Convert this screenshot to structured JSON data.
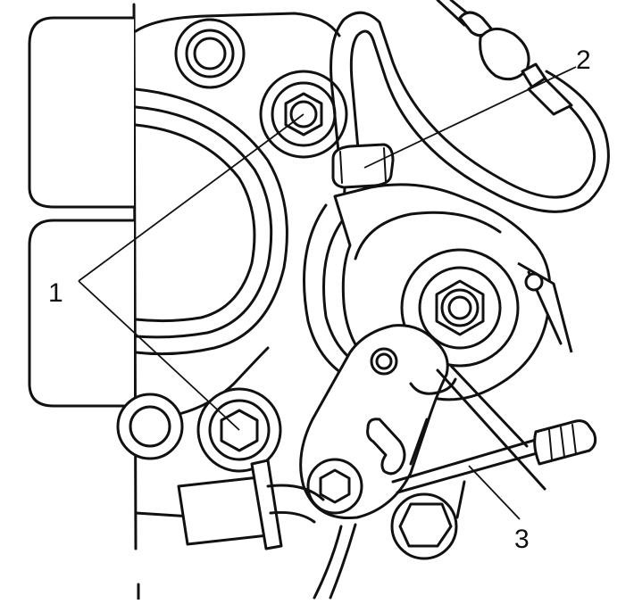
{
  "callouts": {
    "bolts": "1",
    "fuel_line": "2",
    "throttle_rod": "3"
  }
}
